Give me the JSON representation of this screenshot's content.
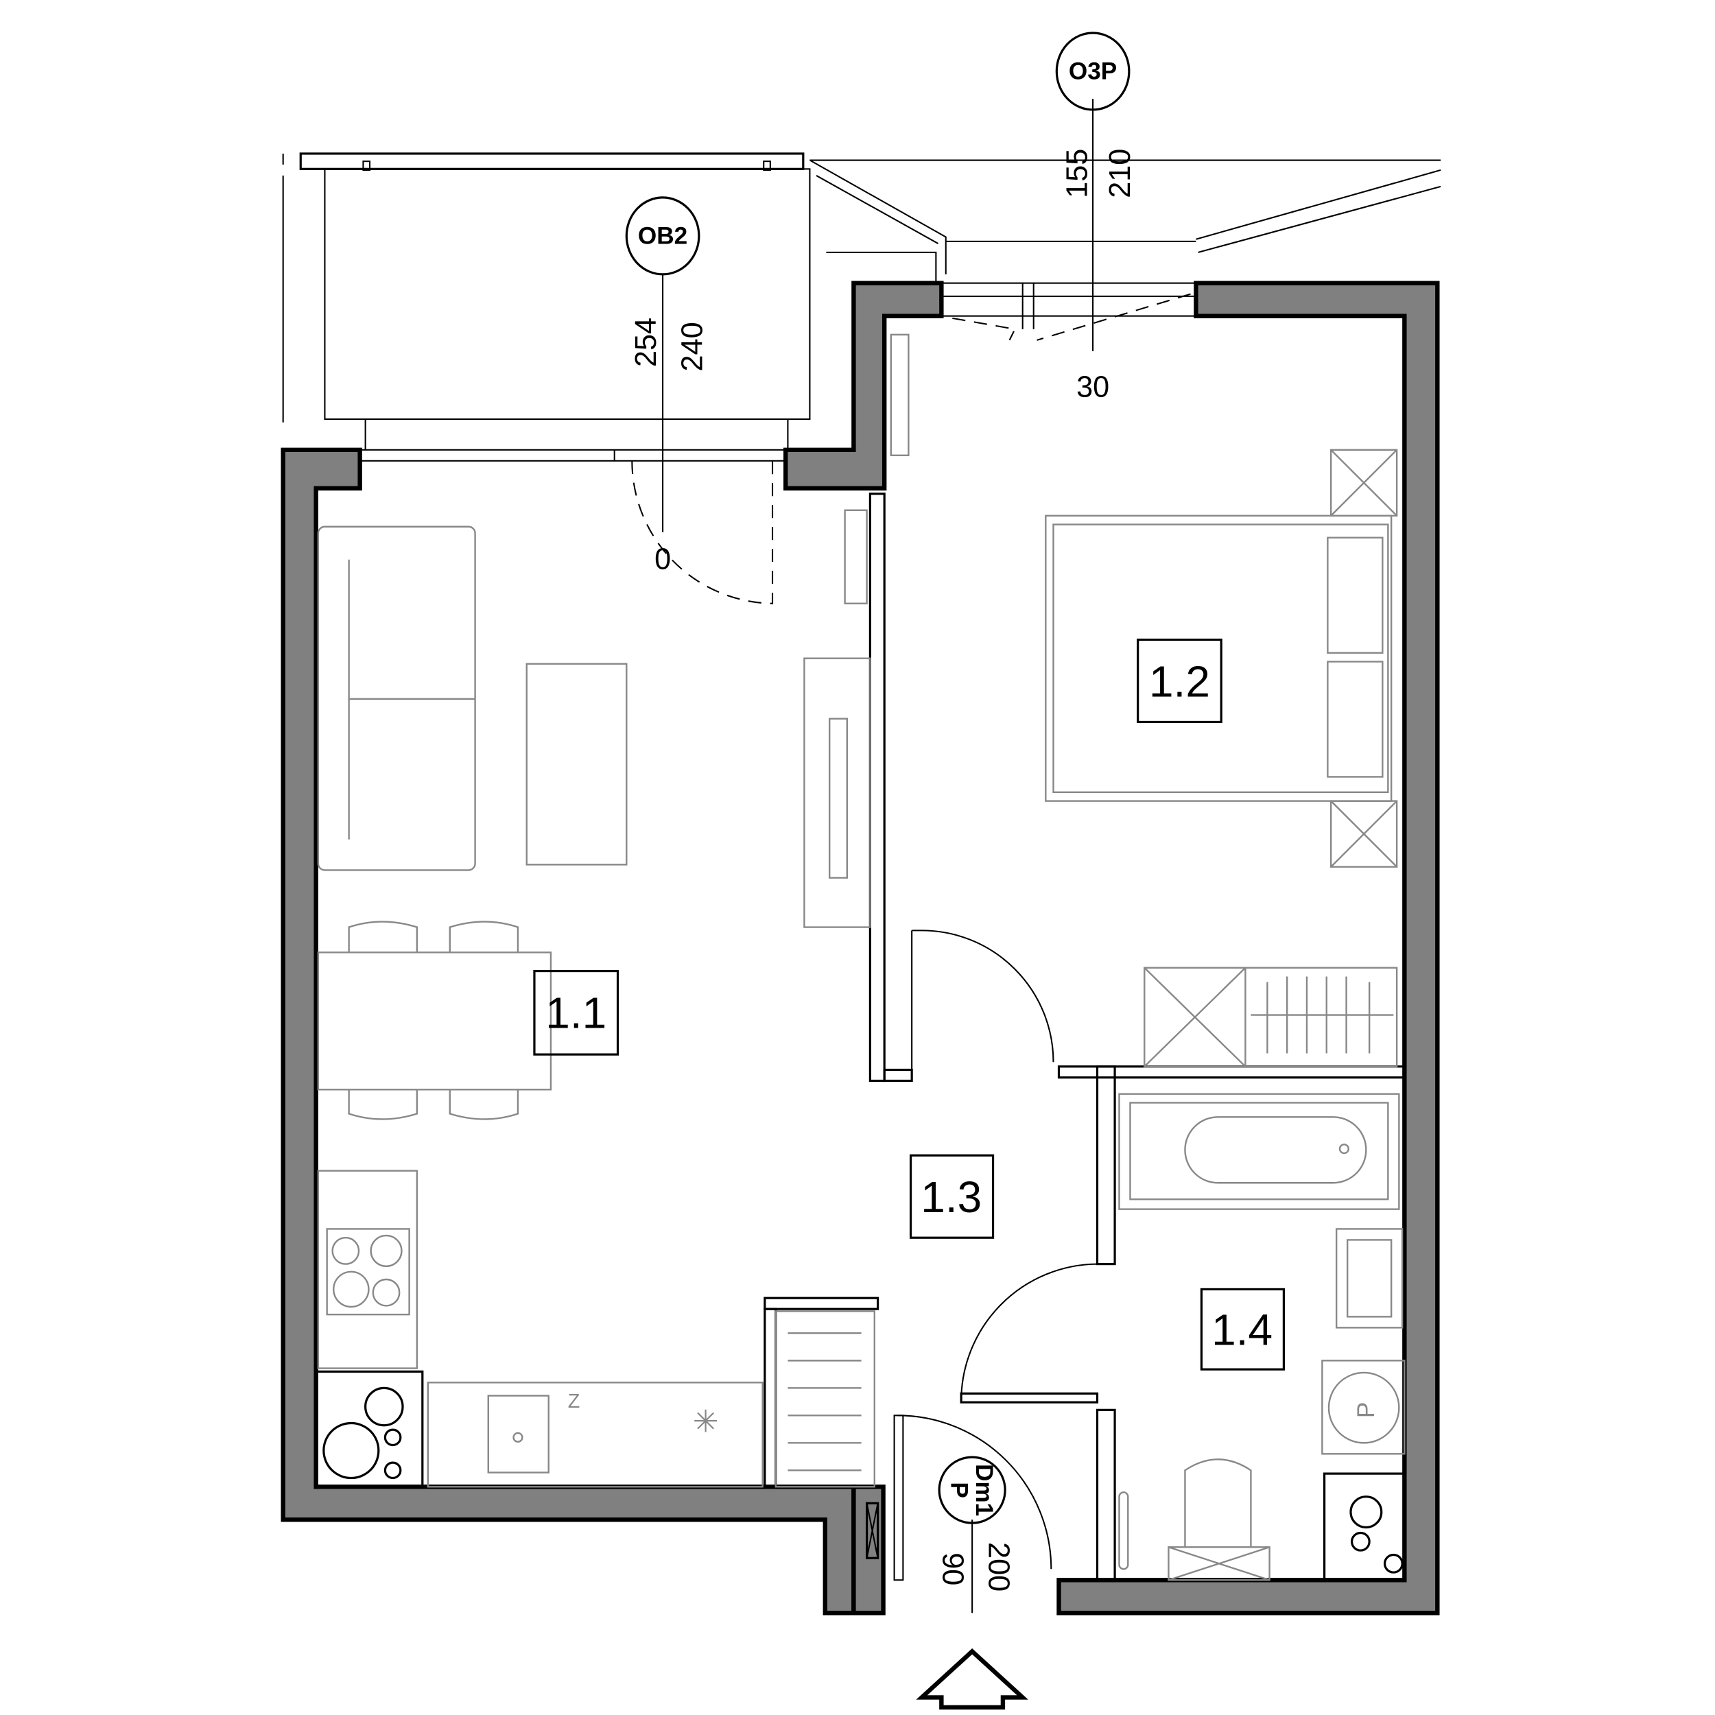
{
  "rooms": [
    {
      "id": "1.1"
    },
    {
      "id": "1.2"
    },
    {
      "id": "1.3"
    },
    {
      "id": "1.4"
    }
  ],
  "openings": {
    "balcony_door": {
      "tag": "OB2",
      "dim_a": "254",
      "dim_b": "240",
      "sill": "0"
    },
    "window": {
      "tag": "O3P",
      "dim_a": "155",
      "dim_b": "210",
      "sill": "30"
    },
    "entrance_door": {
      "tag_line1": "Dm1",
      "tag_line2": "P",
      "width": "90",
      "height": "200"
    }
  },
  "fixtures": {
    "washer_label": "P",
    "fridge_label": "Z"
  },
  "colors": {
    "wall": "#808080",
    "furniture": "#888888"
  }
}
